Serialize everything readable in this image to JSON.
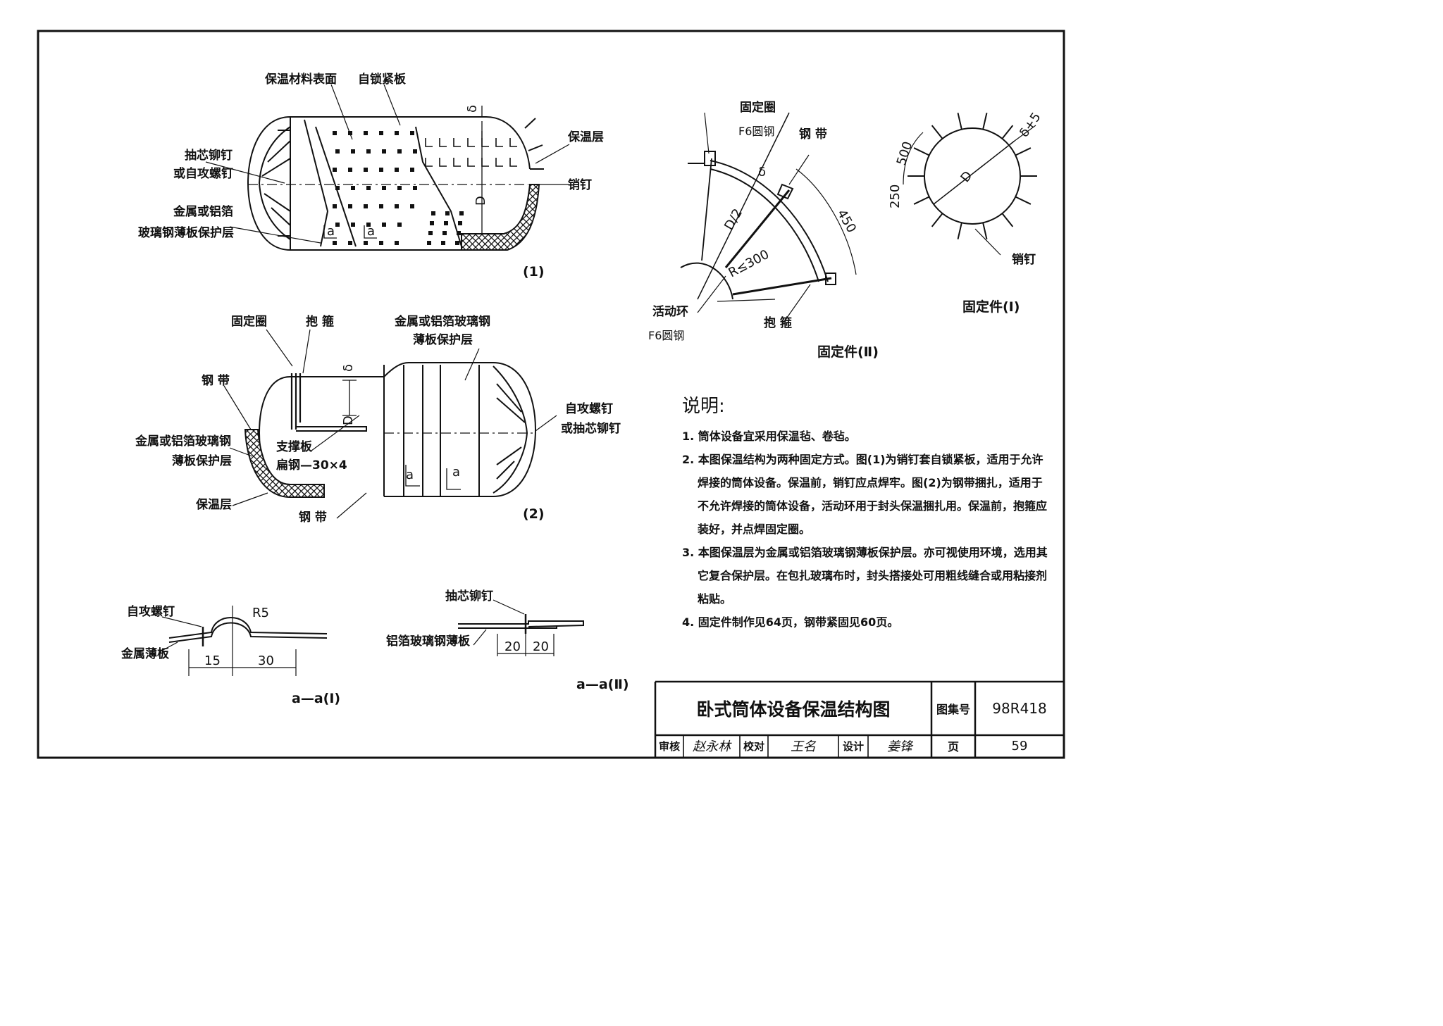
{
  "fig1": {
    "label_surface": "保温材料表面",
    "label_selflock": "自锁紧板",
    "label_delta": "δ",
    "label_insulation": "保温层",
    "label_rivet1": "抽芯铆钉",
    "label_rivet2": "或自攻螺钉",
    "label_pin": "销钉",
    "label_sheath1": "金属或铝箔",
    "label_sheath2": "玻璃钢薄板保护层",
    "label_D": "D",
    "label_a": "a",
    "caption": "(1)"
  },
  "fig2": {
    "label_ring": "固定圈",
    "label_clamp": "抱 箍",
    "label_sheath1": "金属或铝箔玻璃钢",
    "label_sheath2": "薄板保护层",
    "label_band": "钢 带",
    "label_delta": "δ",
    "label_screw1": "自攻螺钉",
    "label_screw2": "或抽芯铆钉",
    "label_sheath_l1": "金属或铝箔玻璃钢",
    "label_sheath_l2": "薄板保护层",
    "label_support": "支撑板",
    "label_flat": "扁钢—30×4",
    "label_D": "D",
    "label_insulation": "保温层",
    "label_band2": "钢 带",
    "label_a": "a",
    "caption": "(2)"
  },
  "fixII": {
    "label_ring": "固定圈",
    "label_ring_steel": "F6圆钢",
    "label_band": "钢 带",
    "label_delta": "δ",
    "label_half_d": "D/2",
    "label_radius": "R≤300",
    "label_450": "450",
    "label_movable": "活动环",
    "label_movable_steel": "F6圆钢",
    "label_clamp": "抱 箍",
    "caption": "固定件(Ⅱ)"
  },
  "fixI": {
    "label_500": "500",
    "label_250": "250",
    "label_D": "D",
    "label_delta5": "δ+5",
    "label_pin": "销钉",
    "caption": "固定件(Ⅰ)"
  },
  "secI": {
    "label_screw": "自攻螺钉",
    "label_r5": "R5",
    "label_sheet": "金属薄板",
    "dim_15": "15",
    "dim_30": "30",
    "caption": "a—a(Ⅰ)"
  },
  "secII": {
    "label_rivet": "抽芯铆钉",
    "label_sheet": "铝箔玻璃钢薄板",
    "dim_20a": "20",
    "dim_20b": "20",
    "caption": "a—a(Ⅱ)"
  },
  "notes": {
    "title": "说明:",
    "items": [
      "1. 筒体设备宜采用保温毡、卷毡。",
      "2. 本图保温结构为两种固定方式。图(1)为销钉套自锁紧板，适用于允许焊接的筒体设备。保温前，销钉应点焊牢。图(2)为钢带捆扎，适用于不允许焊接的筒体设备，活动环用于封头保温捆扎用。保温前，抱箍应装好，并点焊固定圈。",
      "3. 本图保温层为金属或铝箔玻璃钢薄板保护层。亦可视使用环境，选用其它复合保护层。在包扎玻璃布时，封头搭接处可用粗线缝合或用粘接剂粘贴。",
      "4. 固定件制作见64页，钢带紧固见60页。"
    ]
  },
  "titleblock": {
    "title": "卧式筒体设备保温结构图",
    "atlas_label": "图集号",
    "atlas_no": "98R418",
    "review_label": "审核",
    "review_sig": "赵永林",
    "check_label": "校对",
    "check_sig": "王名",
    "design_label": "设计",
    "design_sig": "姜锋",
    "page_label": "页",
    "page_no": "59"
  }
}
